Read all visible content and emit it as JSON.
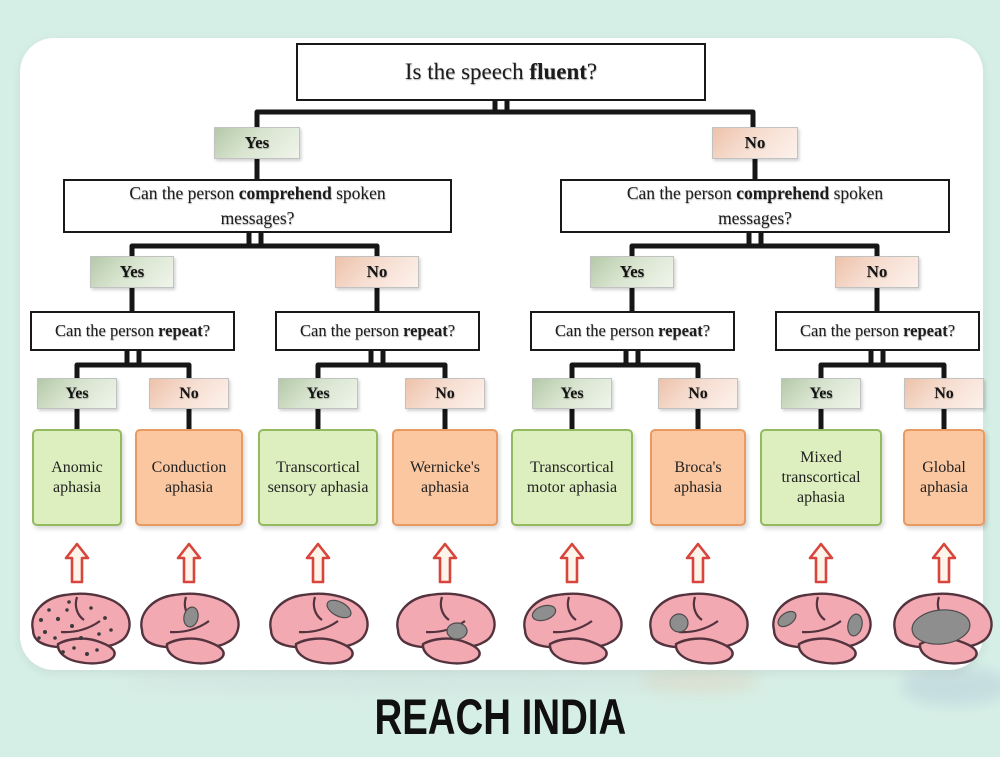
{
  "root_question": {
    "pre": "Is the speech ",
    "bold": "fluent",
    "post": "?"
  },
  "comprehend_question": {
    "pre": "Can the person ",
    "bold": "comprehend",
    "post": " spoken messages?"
  },
  "repeat_question": {
    "pre": "Can the person ",
    "bold": "repeat",
    "post": "?"
  },
  "labels": {
    "yes": "Yes",
    "no": "No"
  },
  "results": [
    {
      "label": "Anomic aphasia",
      "tone": "green"
    },
    {
      "label": "Conduction aphasia",
      "tone": "orange"
    },
    {
      "label": "Transcortical sensory aphasia",
      "tone": "green"
    },
    {
      "label": "Wernicke's aphasia",
      "tone": "orange"
    },
    {
      "label": "Transcortical motor aphasia",
      "tone": "green"
    },
    {
      "label": "Broca's aphasia",
      "tone": "orange"
    },
    {
      "label": "Mixed transcortical aphasia",
      "tone": "green"
    },
    {
      "label": "Global aphasia",
      "tone": "orange"
    }
  ],
  "icons": {
    "arrow": "up-arrow-icon",
    "brains": [
      "brain-anomic-icon",
      "brain-conduction-icon",
      "brain-transcortical-sensory-icon",
      "brain-wernickes-icon",
      "brain-transcortical-motor-icon",
      "brain-brocas-icon",
      "brain-mixed-transcortical-icon",
      "brain-global-icon"
    ]
  },
  "brand": "REACH INDIA",
  "colors": {
    "background_mint": "#d6efe6",
    "card_white": "#ffffff",
    "line_black": "#161616",
    "yes_green": "#d8e4cf",
    "no_peach": "#f6ddd0",
    "result_green_fill": "#ddefbf",
    "result_green_border": "#94ba5f",
    "result_orange_fill": "#fbc7a0",
    "result_orange_border": "#e99a62",
    "arrow_red": "#d8453c",
    "brain_pink": "#f2a9b2",
    "lesion_gray": "#8e8e8e"
  }
}
